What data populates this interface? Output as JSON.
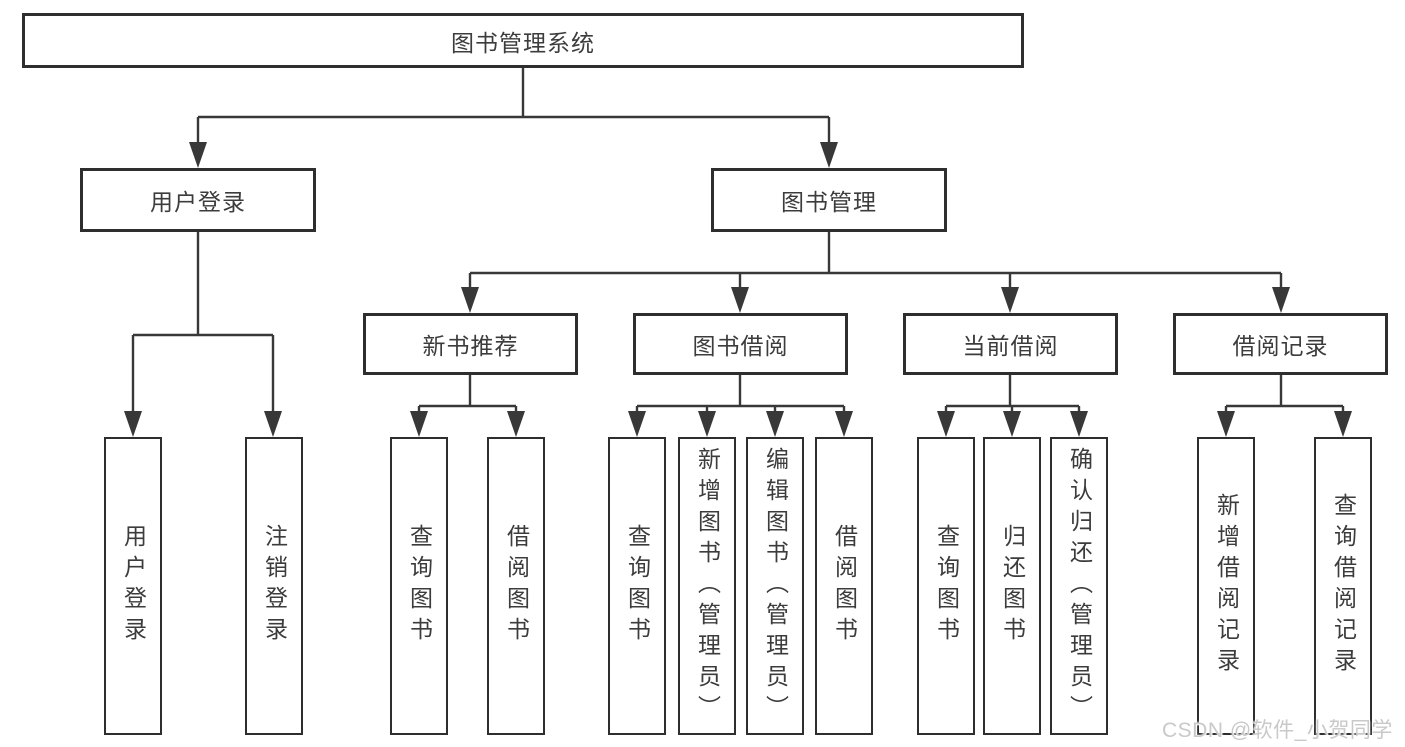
{
  "diagram_type": "functional-structure-tree",
  "tree": {
    "label": "图书管理系统",
    "children": [
      {
        "label": "用户登录",
        "children": [
          {
            "label": "用户登录"
          },
          {
            "label": "注销登录"
          }
        ]
      },
      {
        "label": "图书管理",
        "children": [
          {
            "label": "新书推荐",
            "children": [
              {
                "label": "查询图书"
              },
              {
                "label": "借阅图书"
              }
            ]
          },
          {
            "label": "图书借阅",
            "children": [
              {
                "label": "查询图书"
              },
              {
                "label": "新增图书（管理员）"
              },
              {
                "label": "编辑图书（管理员）"
              },
              {
                "label": "借阅图书"
              }
            ]
          },
          {
            "label": "当前借阅",
            "children": [
              {
                "label": "查询图书"
              },
              {
                "label": "归还图书"
              },
              {
                "label": "确认归还（管理员）"
              }
            ]
          },
          {
            "label": "借阅记录",
            "children": [
              {
                "label": "新增借阅记录"
              },
              {
                "label": "查询借阅记录"
              }
            ]
          }
        ]
      }
    ]
  },
  "watermark": {
    "text": "CSDN @软件_小贺同学"
  },
  "colors": {
    "background": "#ffffff",
    "box_fill": "#ffffff",
    "box_border": "#2e2e2e",
    "line": "#383838",
    "text": "#3c3c3c",
    "watermark": "#c9c9c9"
  }
}
